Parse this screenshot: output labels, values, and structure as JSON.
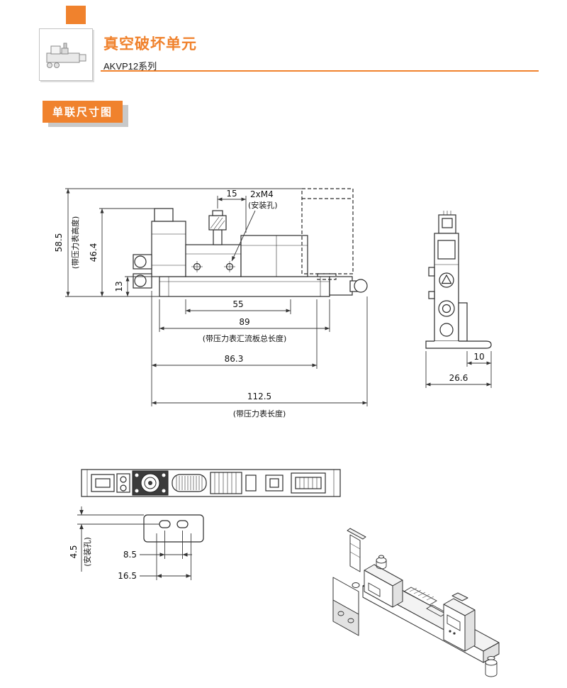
{
  "colors": {
    "accent": "#F0822D",
    "drawing_line": "#2b2b2b"
  },
  "header": {
    "title": "真空破坏单元",
    "series": "AKVP12系列"
  },
  "section": {
    "badge": "单联尺寸图"
  },
  "side_view": {
    "dim_height_total": "58.5",
    "note_height_total": "(带压力表高度)",
    "dim_height_body": "46.4",
    "dim_height_port": "13",
    "dim_top_pitch": "15",
    "label_mount_hole": "2xM4",
    "note_mount_hole": "(安装孔)",
    "dim_len_plate": "55",
    "dim_len_manifold": "89",
    "note_len_manifold": "(带压力表汇流板总长度)",
    "dim_len_body": "86.3",
    "dim_len_total": "112.5",
    "note_len_total": "(带压力表长度)"
  },
  "end_view": {
    "dim_bracket_width": "10",
    "dim_total_width": "26.6"
  },
  "top_view": {
    "dim_hole_offset": "4.5",
    "note_mount_hole": "(安装孔)",
    "dim_hole_pitch": "8.5",
    "dim_hole_span": "16.5"
  }
}
